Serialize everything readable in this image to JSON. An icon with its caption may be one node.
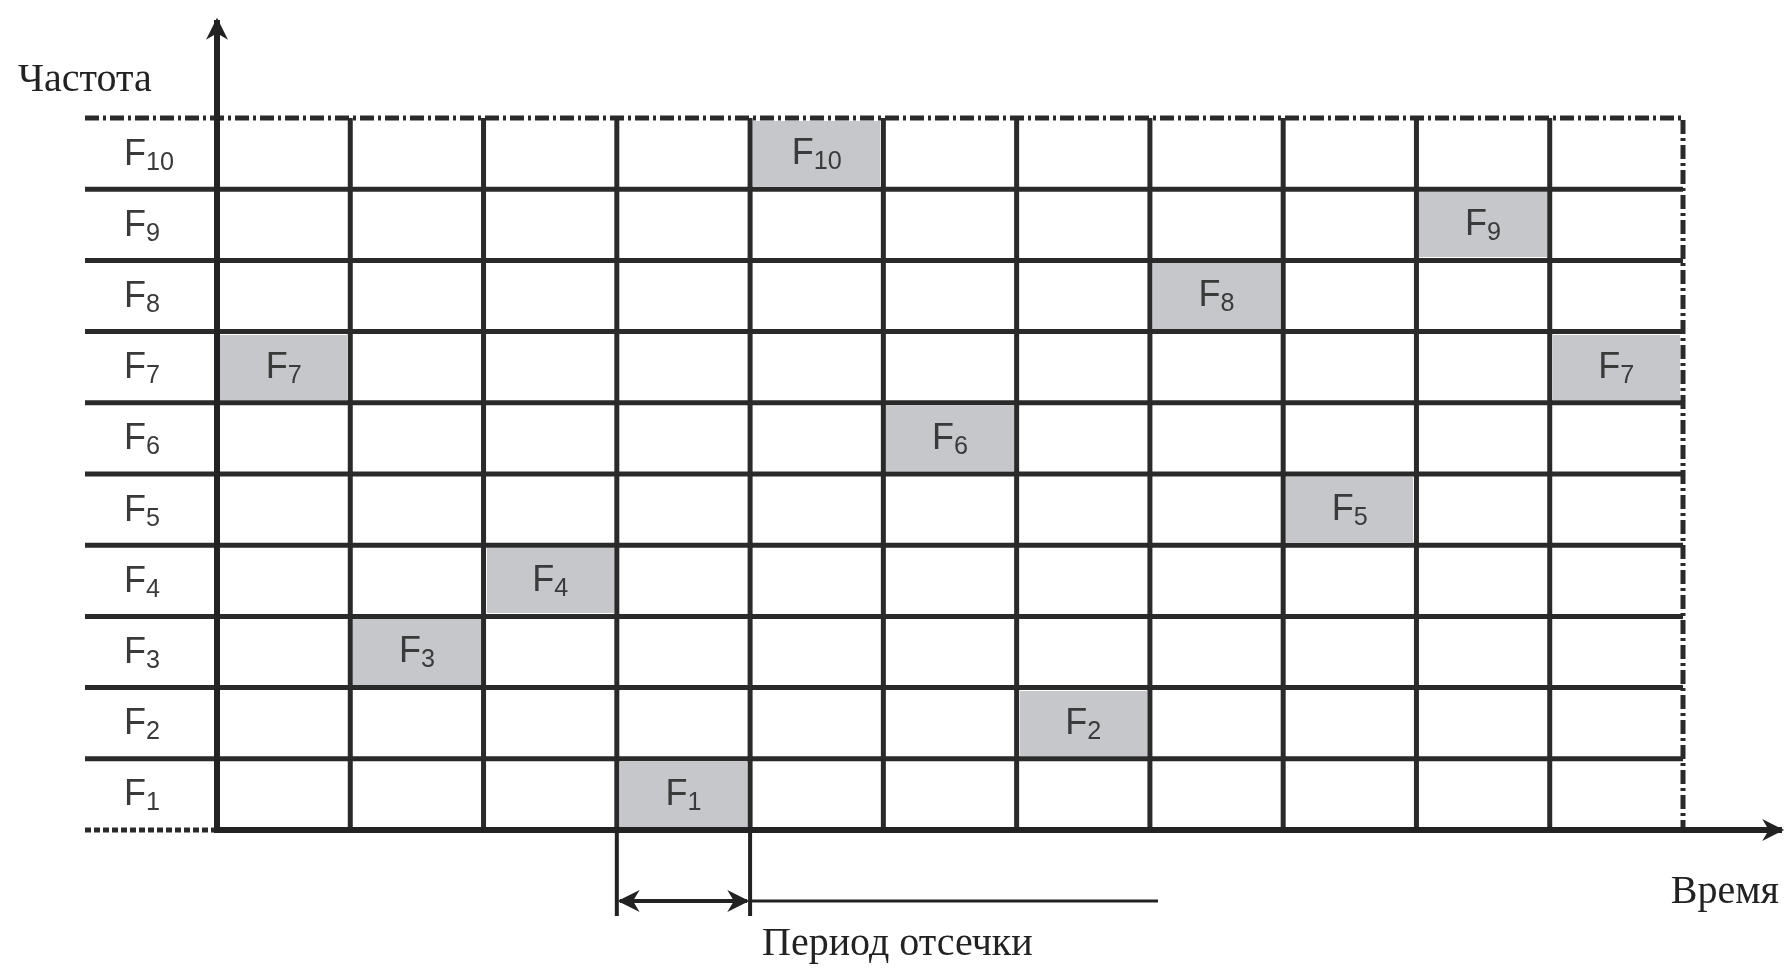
{
  "diagram": {
    "nodes": [
      {
        "text": [
          "F$_{10}$"
        ]
      },
      {
        "text": [
          "F$_{9}$"
        ]
      },
      {
        "text": [
          "F$_{8}$"
        ]
      },
      {
        "text": [
          "F$_{7}$"
        ]
      },
      {
        "text": [
          "F$_{7}$"
        ]
      },
      {
        "text": [
          "F$_{6}$"
        ]
      },
      {
        "text": [
          "F$_{5}$"
        ]
      },
      {
        "text": [
          "F$_{4}$"
        ]
      },
      {
        "text": [
          "F$_{3}$"
        ]
      },
      {
        "text": [
          "F$_{2}$"
        ]
      },
      {
        "text": [
          "F$_{1}$"
        ]
      }
    ],
    "edges": [],
    "labels": [
      "Частота",
      "F$_{10}$",
      "F$_{9}$",
      "F$_{8}$",
      "F$_{7}$",
      "F$_{6}$",
      "F$_{5}$",
      "F$_{4}$",
      "F$_{3}$",
      "F$_{2}$",
      "F$_{1}$",
      "Время",
      "Период отсечки"
    ]
  }
}
